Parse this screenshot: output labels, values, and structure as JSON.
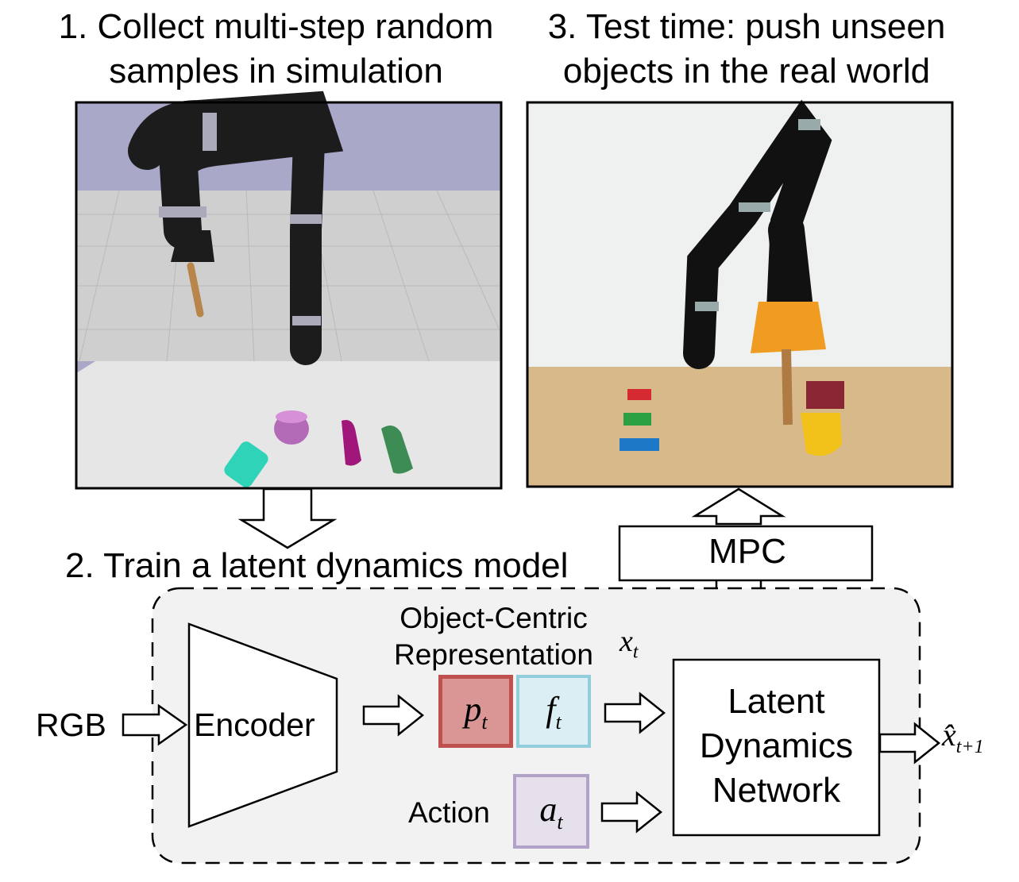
{
  "panel1": {
    "title_line1": "1. Collect multi-step random",
    "title_line2": "samples in simulation"
  },
  "panel3": {
    "title_line1": "3. Test time: push unseen",
    "title_line2": "objects in the real world"
  },
  "panel2": {
    "title": "2. Train a latent dynamics model",
    "input_label": "RGB",
    "encoder_label": "Encoder",
    "representation_label_line1": "Object-Centric",
    "representation_label_line2": "Representation",
    "state_symbol": "x",
    "state_subscript": "t",
    "pos_symbol": "p",
    "pos_subscript": "t",
    "feat_symbol": "f",
    "feat_subscript": "t",
    "action_label": "Action",
    "action_symbol": "a",
    "action_subscript": "t",
    "network_line1": "Latent",
    "network_line2": "Dynamics",
    "network_line3": "Network",
    "output_symbol": "x̂",
    "output_subscript": "t+1"
  },
  "mpc": {
    "label": "MPC"
  },
  "colors": {
    "pos_border": "#c0504d",
    "pos_fill": "#d99694",
    "feat_border": "#92cddc",
    "feat_fill": "#dbeef4",
    "action_border": "#b3a2c7",
    "action_fill": "#e5e0ec",
    "region_fill": "#f2f2f2",
    "sim_sky": "#a9a8c9",
    "sim_floor": "#cfcfcf",
    "sim_table": "#e6e6e6",
    "real_wall": "#eef1ef",
    "real_table": "#d8b98a"
  }
}
